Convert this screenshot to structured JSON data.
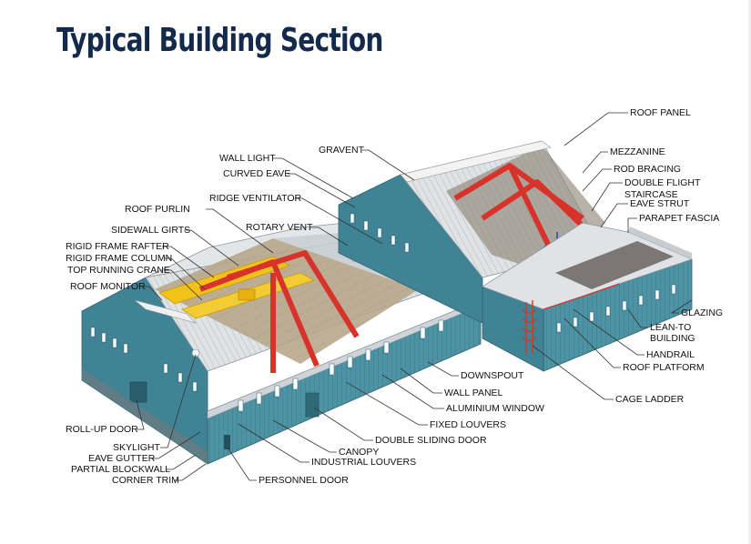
{
  "title": "Typical Building Section",
  "labels": {
    "roof_panel": "ROOF PANEL",
    "mezzanine": "MEZZANINE",
    "rod_bracing": "ROD BRACING",
    "double_flight": "DOUBLE FLIGHT",
    "staircase": "STAIRCASE",
    "eave_strut": "EAVE STRUT",
    "parapet_fascia": "PARAPET FASCIA",
    "gravent": "GRAVENT",
    "wall_light": "WALL LIGHT",
    "curved_eave": "CURVED EAVE",
    "ridge_ventilator": "RIDGE VENTILATOR",
    "roof_purlin": "ROOF PURLIN",
    "rotary_vent": "ROTARY VENT",
    "sidewall_girts": "SIDEWALL GIRTS",
    "rigid_frame_rafter": "RIGID FRAME RAFTER",
    "rigid_frame_column": "RIGID FRAME COLUMN",
    "top_running_crane": "TOP RUNNING CRANE",
    "roof_monitor": "ROOF MONITOR",
    "glazing": "GLAZING",
    "lean_to": "LEAN-TO",
    "building": "BUILDING",
    "handrail": "HANDRAIL",
    "roof_platform": "ROOF PLATFORM",
    "downspout": "DOWNSPOUT",
    "wall_panel": "WALL PANEL",
    "aluminium_window": "ALUMINIUM WINDOW",
    "cage_ladder": "CAGE LADDER",
    "fixed_louvers": "FIXED LOUVERS",
    "double_sliding_door": "DOUBLE SLIDING DOOR",
    "roll_up_door": "ROLL-UP DOOR",
    "skylight": "SKYLIGHT",
    "canopy": "CANOPY",
    "eave_gutter": "EAVE GUTTER",
    "industrial_louvers": "INDUSTRIAL LOUVERS",
    "partial_blockwall": "PARTIAL BLOCKWALL",
    "corner_trim": "CORNER TRIM",
    "personnel_door": "PERSONNEL DOOR"
  },
  "colors": {
    "title": "#142a4c",
    "wall": "#4a8fa0",
    "roof": "#d9dde0",
    "frame": "#d8332a",
    "crane": "#f2c21a"
  }
}
